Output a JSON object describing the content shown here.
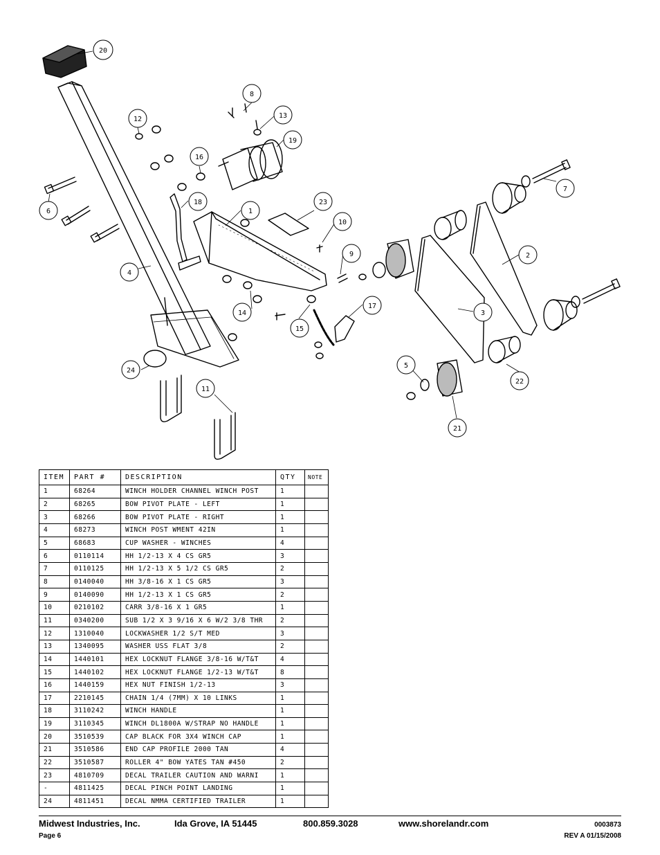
{
  "callouts": [
    "20",
    "8",
    "12",
    "13",
    "19",
    "16",
    "6",
    "18",
    "1",
    "23",
    "10",
    "7",
    "2",
    "4",
    "9",
    "14",
    "15",
    "17",
    "3",
    "24",
    "11",
    "5",
    "22",
    "21"
  ],
  "table": {
    "headers": [
      "ITEM",
      "PART #",
      "DESCRIPTION",
      "QTY",
      "NOTE"
    ],
    "rows": [
      {
        "item": "1",
        "part": "68264",
        "desc": "WINCH HOLDER CHANNEL WINCH POST",
        "qty": "1",
        "note": ""
      },
      {
        "item": "2",
        "part": "68265",
        "desc": "BOW PIVOT PLATE - LEFT",
        "qty": "1",
        "note": ""
      },
      {
        "item": "3",
        "part": "68266",
        "desc": "BOW PIVOT PLATE - RIGHT",
        "qty": "1",
        "note": ""
      },
      {
        "item": "4",
        "part": "68273",
        "desc": "WINCH POST WMENT 42IN",
        "qty": "1",
        "note": ""
      },
      {
        "item": "5",
        "part": "68683",
        "desc": "CUP WASHER - WINCHES",
        "qty": "4",
        "note": ""
      },
      {
        "item": "6",
        "part": "0110114",
        "desc": "HH 1/2-13 X 4 CS GR5",
        "qty": "3",
        "note": ""
      },
      {
        "item": "7",
        "part": "0110125",
        "desc": "HH 1/2-13 X 5 1/2 CS GR5",
        "qty": "2",
        "note": ""
      },
      {
        "item": "8",
        "part": "0140040",
        "desc": "HH 3/8-16 X 1 CS GR5",
        "qty": "3",
        "note": ""
      },
      {
        "item": "9",
        "part": "0140090",
        "desc": "HH 1/2-13 X 1 CS GR5",
        "qty": "2",
        "note": ""
      },
      {
        "item": "10",
        "part": "0210102",
        "desc": "CARR 3/8-16 X 1 GR5",
        "qty": "1",
        "note": ""
      },
      {
        "item": "11",
        "part": "0340200",
        "desc": "SUB 1/2 X 3 9/16 X 6 W/2 3/8 THR",
        "qty": "2",
        "note": ""
      },
      {
        "item": "12",
        "part": "1310040",
        "desc": "LOCKWASHER 1/2 S/T MED",
        "qty": "3",
        "note": ""
      },
      {
        "item": "13",
        "part": "1340095",
        "desc": "WASHER USS FLAT 3/8",
        "qty": "2",
        "note": ""
      },
      {
        "item": "14",
        "part": "1440101",
        "desc": "HEX LOCKNUT FLANGE 3/8-16 W/T&T",
        "qty": "4",
        "note": ""
      },
      {
        "item": "15",
        "part": "1440102",
        "desc": "HEX LOCKNUT FLANGE 1/2-13 W/T&T",
        "qty": "8",
        "note": ""
      },
      {
        "item": "16",
        "part": "1440159",
        "desc": "HEX NUT FINISH 1/2-13",
        "qty": "3",
        "note": ""
      },
      {
        "item": "17",
        "part": "2210145",
        "desc": "CHAIN 1/4 (7MM) X 10 LINKS",
        "qty": "1",
        "note": ""
      },
      {
        "item": "18",
        "part": "3110242",
        "desc": "WINCH HANDLE",
        "qty": "1",
        "note": ""
      },
      {
        "item": "19",
        "part": "3110345",
        "desc": "WINCH DL1800A W/STRAP  NO HANDLE",
        "qty": "1",
        "note": ""
      },
      {
        "item": "20",
        "part": "3510539",
        "desc": "CAP BLACK FOR 3X4 WINCH CAP",
        "qty": "1",
        "note": ""
      },
      {
        "item": "21",
        "part": "3510586",
        "desc": "END CAP PROFILE 2000 TAN",
        "qty": "4",
        "note": ""
      },
      {
        "item": "22",
        "part": "3510587",
        "desc": "ROLLER 4\" BOW YATES TAN #450",
        "qty": "2",
        "note": ""
      },
      {
        "item": "23",
        "part": "4810709",
        "desc": "DECAL TRAILER CAUTION AND WARNI",
        "qty": "1",
        "note": ""
      },
      {
        "item": "-",
        "part": "4811425",
        "desc": "DECAL PINCH POINT LANDING",
        "qty": "1",
        "note": ""
      },
      {
        "item": "24",
        "part": "4811451",
        "desc": " DECAL NMMA CERTIFIED TRAILER",
        "qty": "1",
        "note": ""
      }
    ]
  },
  "footer": {
    "company": "Midwest Industries, Inc.",
    "city": "Ida Grove, IA  51445",
    "phone": "800.859.3028",
    "website": "www.shorelandr.com",
    "doc_number": "0003873",
    "page": "Page 6",
    "revision": "REV A  01/15/2008"
  }
}
